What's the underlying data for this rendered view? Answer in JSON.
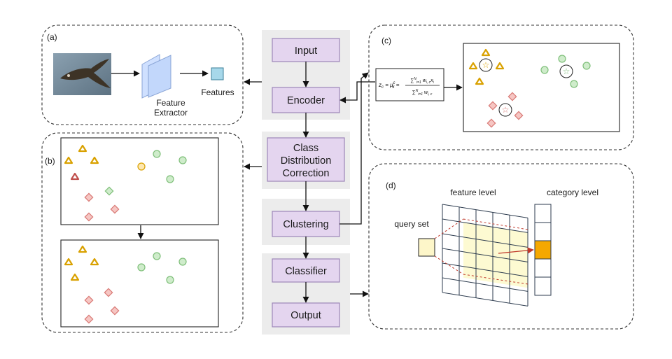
{
  "flow": {
    "input": "Input",
    "encoder": "Encoder",
    "cdc": [
      "Class",
      "Distribution",
      "Correction"
    ],
    "clustering": "Clustering",
    "classifier": "Classifier",
    "output": "Output"
  },
  "panel_a": {
    "tag": "(a)",
    "extractor_label": [
      "Feature",
      "Extractor"
    ],
    "features_label": "Features"
  },
  "panel_b": {
    "tag": "(b)"
  },
  "panel_c": {
    "tag": "(c)"
  },
  "panel_d": {
    "tag": "(d)",
    "query_set": "query set",
    "feature_level": "feature level",
    "category_level": "category level"
  },
  "colors": {
    "flow_box": "#e4d5ef",
    "gold": "#d9a100",
    "green": "#7fbf7a",
    "red": "#d97a76",
    "highlight": "#f5a800"
  }
}
